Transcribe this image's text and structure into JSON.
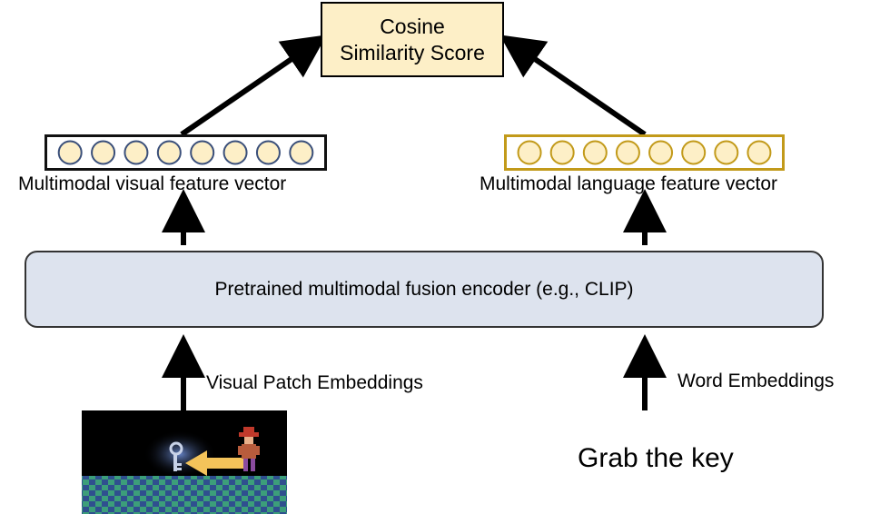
{
  "score": {
    "line1": "Cosine",
    "line2": "Similarity Score"
  },
  "visual_vector": {
    "label": "Multimodal visual feature vector",
    "cells": 8,
    "cell_fill": "#fdefc7",
    "cell_stroke": "#3a4f7a",
    "border": "#111111"
  },
  "language_vector": {
    "label": "Multimodal language feature vector",
    "cells": 8,
    "cell_fill": "#fdefc7",
    "cell_stroke": "#c29a1a",
    "border": "#c29a1a"
  },
  "encoder": {
    "label": "Pretrained multimodal fusion encoder (e.g., CLIP)"
  },
  "inputs": {
    "visual_label": "Visual Patch Embeddings",
    "language_label": "Word Embeddings",
    "sentence": "Grab the key"
  },
  "colors": {
    "box_fill": "#fdefc7",
    "encoder_fill": "#dde3ee",
    "game_floor_a": "#2f4f8f",
    "game_floor_b": "#3c9e7a",
    "game_arrow": "#f3c35a"
  }
}
